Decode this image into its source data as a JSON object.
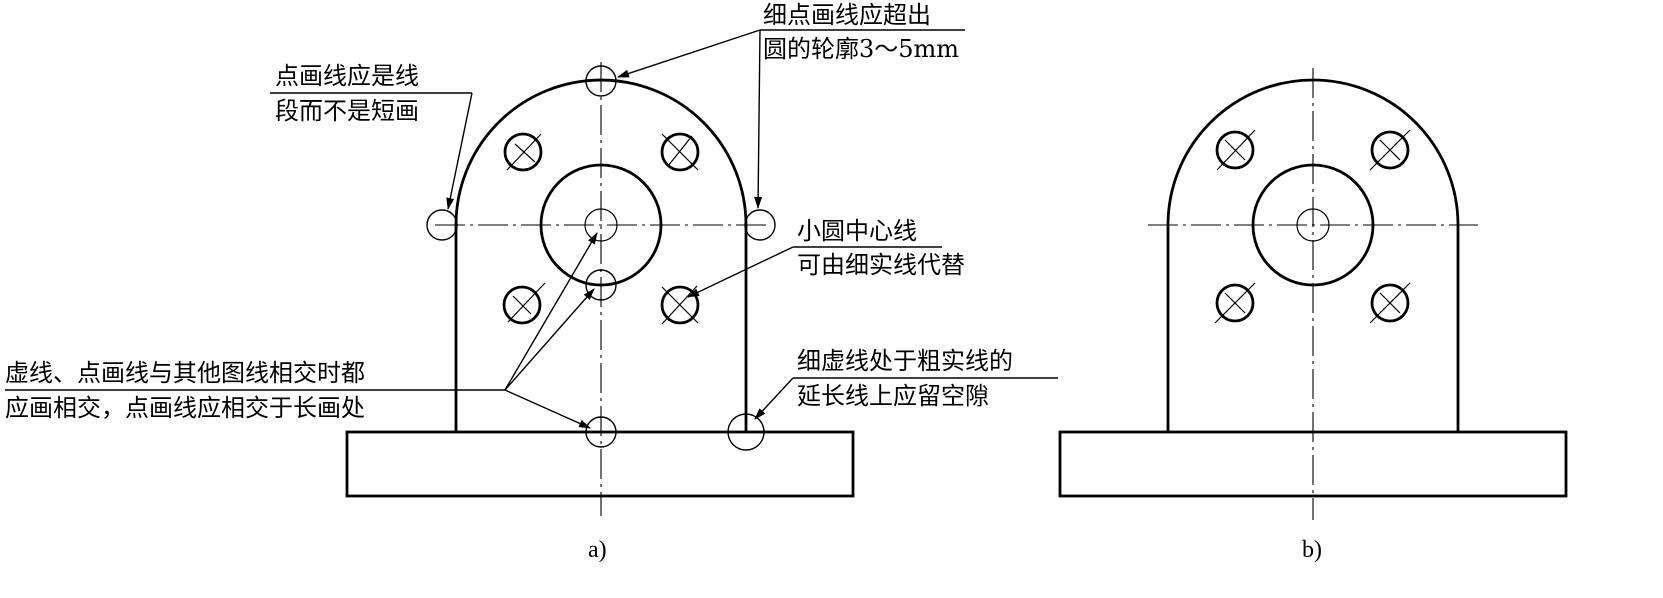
{
  "annotations": {
    "centerline_overshoot_line1": "细点画线应超出",
    "centerline_overshoot_line2": "圆的轮廓3～5mm",
    "dash_dot_segments_line1": "点画线应是线",
    "dash_dot_segments_line2": "段而不是短画",
    "small_circle_line1": "小圆中心线",
    "small_circle_line2": "可由细实线代替",
    "intersections_line1": "虚线、点画线与其他图线相交时都",
    "intersections_line2": "应画相交，点画线应相交于长画处",
    "gap_line1": "细虚线处于粗实线的",
    "gap_line2": "延长线上应留空隙"
  },
  "captions": {
    "left": "a)",
    "right": "b)"
  }
}
